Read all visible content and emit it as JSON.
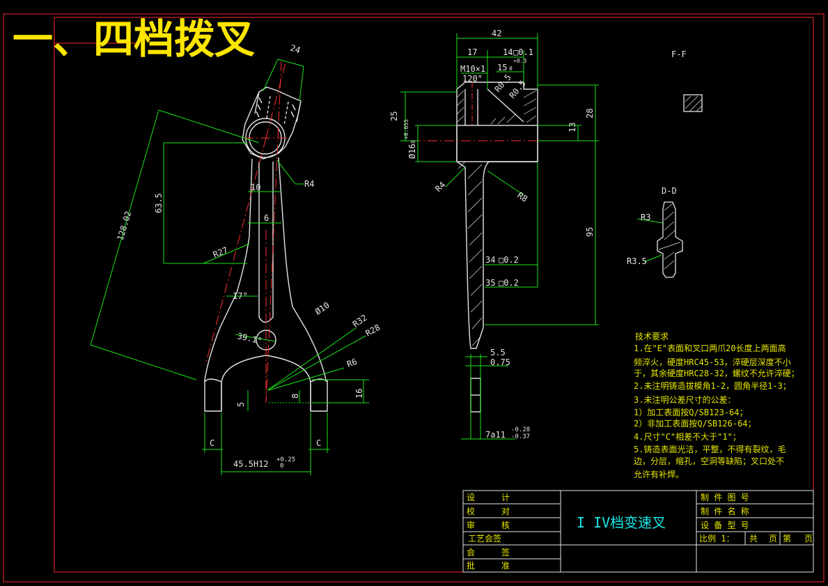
{
  "title": "一、四档拨叉",
  "colors": {
    "background": "#000000",
    "frame": "#ff2a2a",
    "part": "#e6e6e6",
    "dimension": "#19e619",
    "text": "#e6e600",
    "centerline": "#ff3030",
    "table_text": "#19e6e6",
    "section_label": "#e6e600"
  },
  "left_view": {
    "dimensions": [
      "24",
      "63.5",
      "128.02",
      "R4",
      "10",
      "6",
      "R27",
      "17°",
      "Ø10",
      "R32",
      "R28",
      "39.1°",
      "R6",
      "5",
      "8",
      "16",
      "C",
      "C",
      "45.5H12"
    ],
    "tolerance_45": {
      "upper": "+0.25",
      "lower": "0"
    }
  },
  "side_view": {
    "dimensions": [
      "42",
      "17",
      "14",
      "□0.1",
      "+0.3",
      "M10×1",
      "15",
      "0",
      "120°",
      "R0.5",
      "R0.5",
      "25",
      "+0.055",
      "0",
      "Ø16",
      "28",
      "13",
      "R4",
      "R8",
      "95",
      "34",
      "□0.2",
      "35",
      "□0.2",
      "5.5",
      "0.75",
      "7a11"
    ],
    "tolerance_7a11": {
      "upper": "-0.28",
      "lower": "-0.37"
    }
  },
  "sections": {
    "ff": "F-F",
    "dd": "D-D",
    "dd_r3": "R3",
    "dd_r35": "R3.5"
  },
  "tech": {
    "heading": "技术要求",
    "lines": [
      "1.在\"E\"表面和叉口两爪20长度上两面高",
      "频淬火，硬度HRC45-53，淬硬层深度不小",
      "于，其余硬度HRC28-32，螺纹不允许淬硬；",
      "2.未注明铸造拔模角1-2，圆角半径1-3；",
      "3.未注明公差尺寸的公差：",
      "  1）加工表面按Q/SB123-64；",
      "  2）非加工表面按Q/SB126-64；",
      "4.尺寸\"C\"相差不大于\"1\"；",
      "5.铸造表面光洁，平整，不得有裂纹，毛",
      "边，分层，缩孔，空洞等缺陷；叉口处不",
      "允许有补焊。"
    ]
  },
  "title_block": {
    "left_rows": [
      [
        "设",
        "计"
      ],
      [
        "校",
        "对"
      ],
      [
        "审",
        "核"
      ],
      [
        "工艺会签",
        ""
      ],
      [
        "会",
        "签"
      ],
      [
        "批",
        "准"
      ]
    ],
    "part_name": "I IV档变速叉",
    "right_rows": [
      "制 件 图 号",
      "制 件 名 称",
      "设 备 型 号"
    ],
    "scale_row": {
      "label": "比例 1：",
      "a": "共",
      "b": "页",
      "c": "第",
      "d": "页"
    }
  }
}
